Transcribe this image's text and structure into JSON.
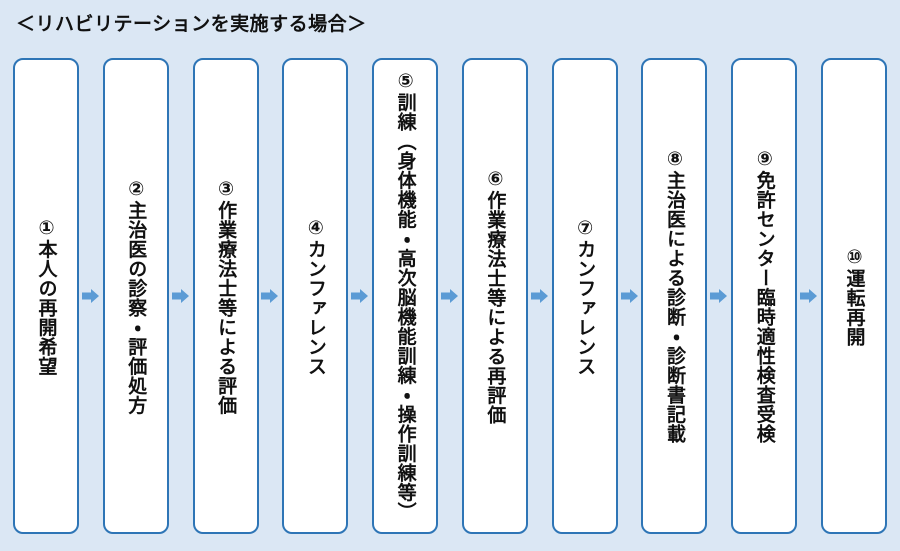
{
  "title": "＜リハビリテーションを実施する場合＞",
  "colors": {
    "background": "#dbe7f4",
    "box_border": "#2e75b6",
    "box_fill": "#ffffff",
    "arrow": "#5b9bd5",
    "text": "#111111"
  },
  "steps": [
    {
      "label": "①本人の再開希望"
    },
    {
      "label": "②主治医の診察・評価処方"
    },
    {
      "label": "③作業療法士等による評価"
    },
    {
      "label": "④カンファレンス"
    },
    {
      "label": "⑤訓練（身体機能・高次脳機能訓練・操作訓練等）"
    },
    {
      "label": "⑥作業療法士等による再評価"
    },
    {
      "label": "⑦カンファレンス"
    },
    {
      "label": "⑧主治医による診断・診断書記載"
    },
    {
      "label": "⑨免許センター臨時適性検査受検"
    },
    {
      "label": "⑩運転再開"
    }
  ]
}
